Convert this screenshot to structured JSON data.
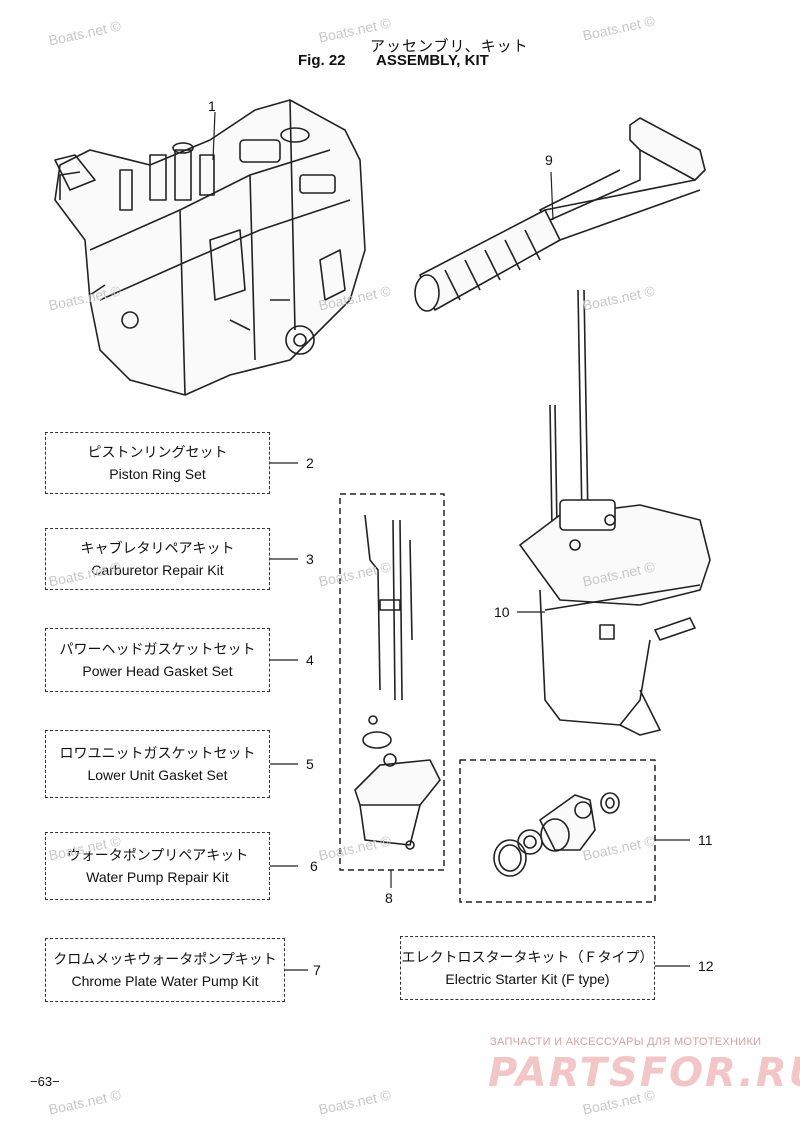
{
  "header": {
    "title_jp": "アッセンブリ、キット",
    "fig_label": "Fig. 22",
    "title_en": "ASSEMBLY, KIT"
  },
  "callouts": {
    "c1": "1",
    "c2": "2",
    "c3": "3",
    "c4": "4",
    "c5": "5",
    "c6": "6",
    "c7": "7",
    "c8": "8",
    "c9": "9",
    "c10": "10",
    "c11": "11",
    "c12": "12"
  },
  "kits": {
    "k2": {
      "jp": "ピストンリングセット",
      "en": "Piston Ring Set"
    },
    "k3": {
      "jp": "キャブレタリペアキット",
      "en": "Carburetor Repair Kit"
    },
    "k4": {
      "jp": "パワーヘッドガスケットセット",
      "en": "Power Head Gasket Set"
    },
    "k5": {
      "jp": "ロワユニットガスケットセット",
      "en": "Lower Unit Gasket Set"
    },
    "k6": {
      "jp": "ウォータポンプリペアキット",
      "en": "Water Pump Repair Kit"
    },
    "k7": {
      "jp": "クロムメッキウォータポンプキット",
      "en": "Chrome Plate Water  Pump Kit"
    },
    "k12": {
      "jp": "エレクトロスタータキット（Ｆタイプ）",
      "en": "Electric Starter Kit (F type)"
    }
  },
  "watermark": "Boats.net ©",
  "page_number": "−63−",
  "brand": {
    "tagline": "ЗАПЧАСТИ И АКСЕССУАРЫ ДЛЯ МОТОТЕХНИКИ",
    "name": "PARTSFOR.RU"
  }
}
